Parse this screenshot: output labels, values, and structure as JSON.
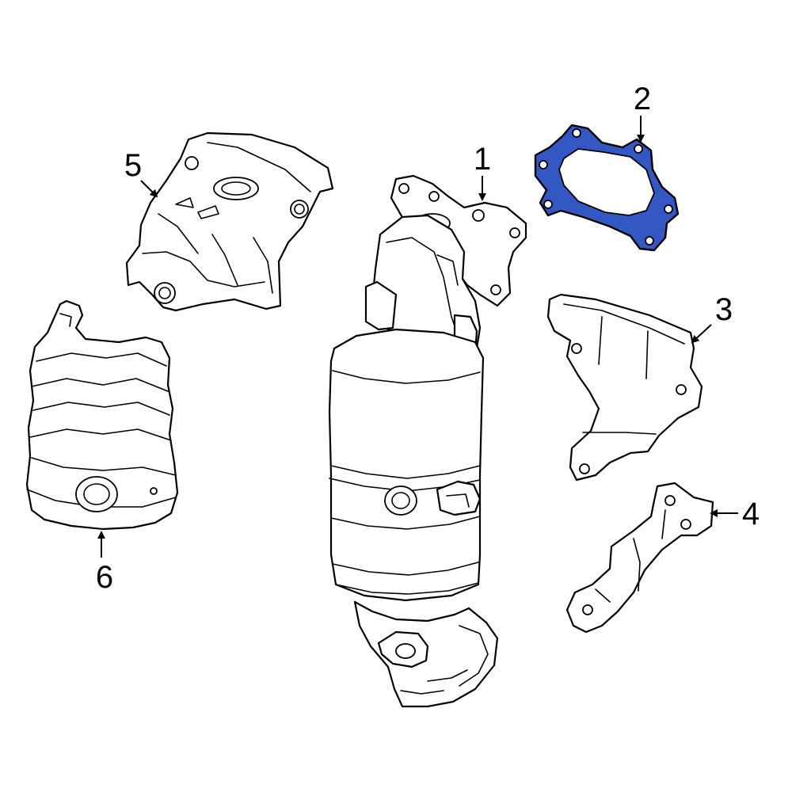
{
  "highlight_color": "#3358c4",
  "highlighted_part": "2",
  "callouts": [
    {
      "id": "1",
      "text": "1"
    },
    {
      "id": "2",
      "text": "2"
    },
    {
      "id": "3",
      "text": "3"
    },
    {
      "id": "4",
      "text": "4"
    },
    {
      "id": "5",
      "text": "5"
    },
    {
      "id": "6",
      "text": "6"
    }
  ]
}
